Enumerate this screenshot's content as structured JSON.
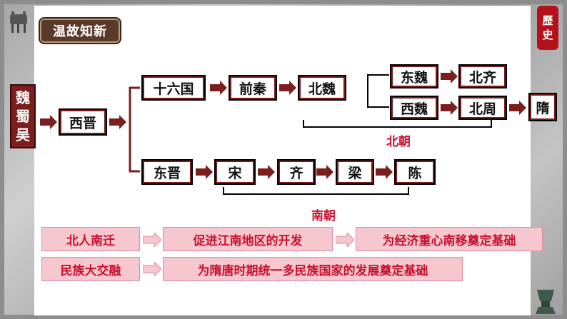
{
  "title": "温故知新",
  "seal": [
    "歷",
    "史"
  ],
  "nodes": {
    "wei_shu_wu": [
      "魏",
      "蜀",
      "吴"
    ],
    "xijin": "西晋",
    "shiliuguo": "十六国",
    "qianqin": "前秦",
    "beiwei": "北魏",
    "dongwei": "东魏",
    "xiwei": "西魏",
    "beiqi": "北齐",
    "beizhou": "北周",
    "sui": "隋",
    "dongjin": "东晋",
    "song": "宋",
    "qi": "齐",
    "liang": "梁",
    "chen": "陈"
  },
  "labels": {
    "beichao": "北朝",
    "nanchao": "南朝"
  },
  "summary": {
    "row1": [
      "北人南迁",
      "促进江南地区的开发",
      "为经济重心南移奠定基础"
    ],
    "row2": [
      "民族大交融",
      "为隋唐时期统一多民族国家的发展奠定基础"
    ]
  },
  "colors": {
    "dark_red": "#7b1e1e",
    "red_text": "#c8102e",
    "pink_fill": "#f7c7d0",
    "title_brown": "#5a3a2a"
  },
  "icons": [
    "bronze-ding-icon",
    "bronze-vessel-icon",
    "red-seal-icon"
  ]
}
